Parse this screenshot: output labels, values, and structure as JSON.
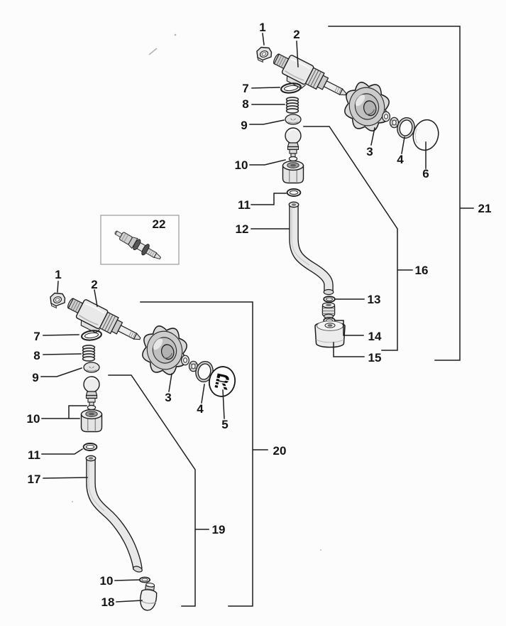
{
  "diagram": {
    "paper_color": "#fcfcfc",
    "ink_color": "#1c1c1c",
    "badge_letter": "R",
    "top": {
      "c1": "1",
      "c2": "2",
      "c3": "3",
      "c4": "4",
      "c6": "6",
      "c7": "7",
      "c8": "8",
      "c9": "9",
      "c10": "10",
      "c11": "11",
      "c12": "12",
      "c13": "13",
      "c14": "14",
      "c15": "15",
      "c16": "16",
      "c21": "21"
    },
    "bottom": {
      "c1": "1",
      "c2": "2",
      "c3": "3",
      "c4": "4",
      "c5": "5",
      "c7": "7",
      "c8": "8",
      "c9": "9",
      "c10": "10",
      "c10b": "10",
      "c11": "11",
      "c17": "17",
      "c18": "18",
      "c19": "19",
      "c20": "20"
    },
    "inset": {
      "c22": "22"
    }
  }
}
